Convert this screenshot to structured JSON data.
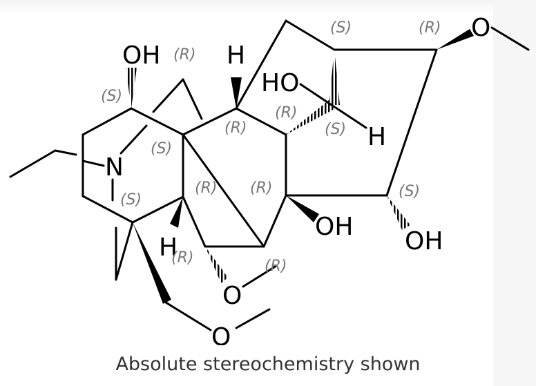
{
  "atoms": {
    "oh_top": "OH",
    "h_top": "H",
    "ho_mid": "HO",
    "o_right": "O",
    "n": "N",
    "h_right": "H",
    "oh_mid": "OH",
    "oh_right": "OH",
    "h_low": "H",
    "o_low": "O",
    "o_bottom": "O"
  },
  "stereo": {
    "s1": "(S)",
    "r1": "(R)",
    "s2": "(S)",
    "r2": "(R)",
    "r3": "(R)",
    "s3": "(S)",
    "r4": "(R)",
    "s4": "(S)",
    "r5": "(R)",
    "r6": "(R)",
    "s5": "(S)",
    "s6": "(S)",
    "r7": "(R)",
    "r8": "(R)"
  },
  "caption": "Absolute stereochemistry shown"
}
